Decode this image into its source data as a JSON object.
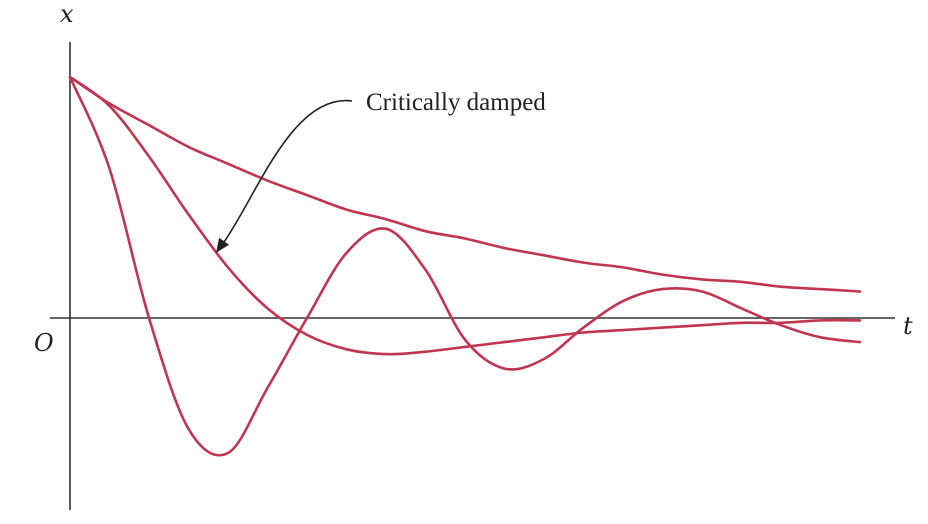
{
  "chart_data": {
    "type": "line",
    "title": "",
    "xlabel": "t",
    "ylabel": "x",
    "origin_label": "O",
    "xlim": [
      0,
      10
    ],
    "ylim": [
      -1.0,
      1.0
    ],
    "grid": false,
    "legend": "none",
    "colors": {
      "curves": "#c0354f",
      "axes": "#333333",
      "text": "#222222"
    },
    "series": [
      {
        "x": [
          0,
          0.5,
          1,
          1.5,
          2,
          2.5,
          3,
          3.5,
          4,
          4.5,
          5,
          5.5,
          6,
          6.5,
          7,
          7.5,
          8,
          8.5,
          9,
          9.5,
          10
        ],
        "y": [
          1.0,
          0.89,
          0.8,
          0.71,
          0.64,
          0.57,
          0.51,
          0.45,
          0.41,
          0.36,
          0.33,
          0.29,
          0.26,
          0.23,
          0.21,
          0.18,
          0.16,
          0.15,
          0.13,
          0.12,
          0.11
        ]
      },
      {
        "name": "Critically damped",
        "x": [
          0,
          0.5,
          1,
          1.5,
          2,
          2.5,
          3,
          3.5,
          4,
          4.5,
          5,
          5.5,
          6,
          6.5,
          7,
          7.5,
          8,
          8.5,
          9,
          9.5,
          10
        ],
        "y": [
          1.0,
          0.88,
          0.67,
          0.43,
          0.21,
          0.04,
          -0.07,
          -0.13,
          -0.15,
          -0.14,
          -0.12,
          -0.1,
          -0.08,
          -0.06,
          -0.05,
          -0.04,
          -0.03,
          -0.02,
          -0.02,
          -0.01,
          -0.01
        ]
      },
      {
        "x": [
          0,
          0.5,
          1,
          1.5,
          2,
          2.5,
          3,
          3.5,
          4,
          4.5,
          5,
          5.5,
          6,
          6.5,
          7,
          7.5,
          8,
          8.5,
          9,
          9.5,
          10
        ],
        "y": [
          1.0,
          0.62,
          0.0,
          -0.46,
          -0.56,
          -0.29,
          0.0,
          0.27,
          0.37,
          0.2,
          -0.09,
          -0.21,
          -0.17,
          -0.04,
          0.07,
          0.12,
          0.11,
          0.04,
          -0.03,
          -0.08,
          -0.1
        ]
      }
    ],
    "annotations": [
      {
        "text": "Critically damped",
        "points_to_series": 1,
        "at_x": 1.9
      }
    ]
  }
}
